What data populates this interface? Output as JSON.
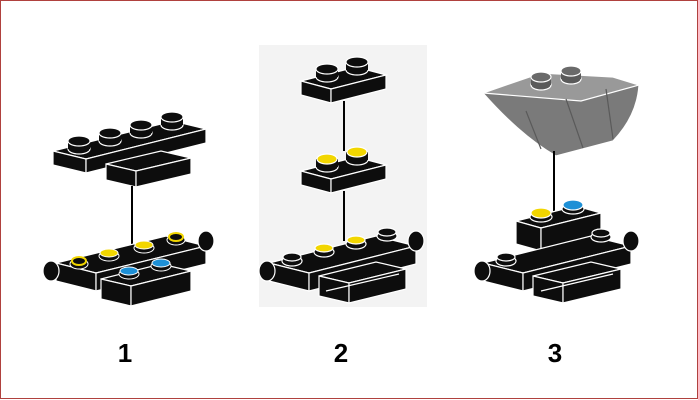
{
  "steps": [
    {
      "number": "1"
    },
    {
      "number": "2"
    },
    {
      "number": "3"
    }
  ],
  "colors": {
    "frame_border": "#b0413e",
    "brick_black": "#0d0d0d",
    "brick_outline": "#ffffff",
    "stud_yellow": "#f2d600",
    "stud_blue": "#1e90d6",
    "slope_gray": "#7a7a7a",
    "step2_background": "#f3f3f3"
  }
}
